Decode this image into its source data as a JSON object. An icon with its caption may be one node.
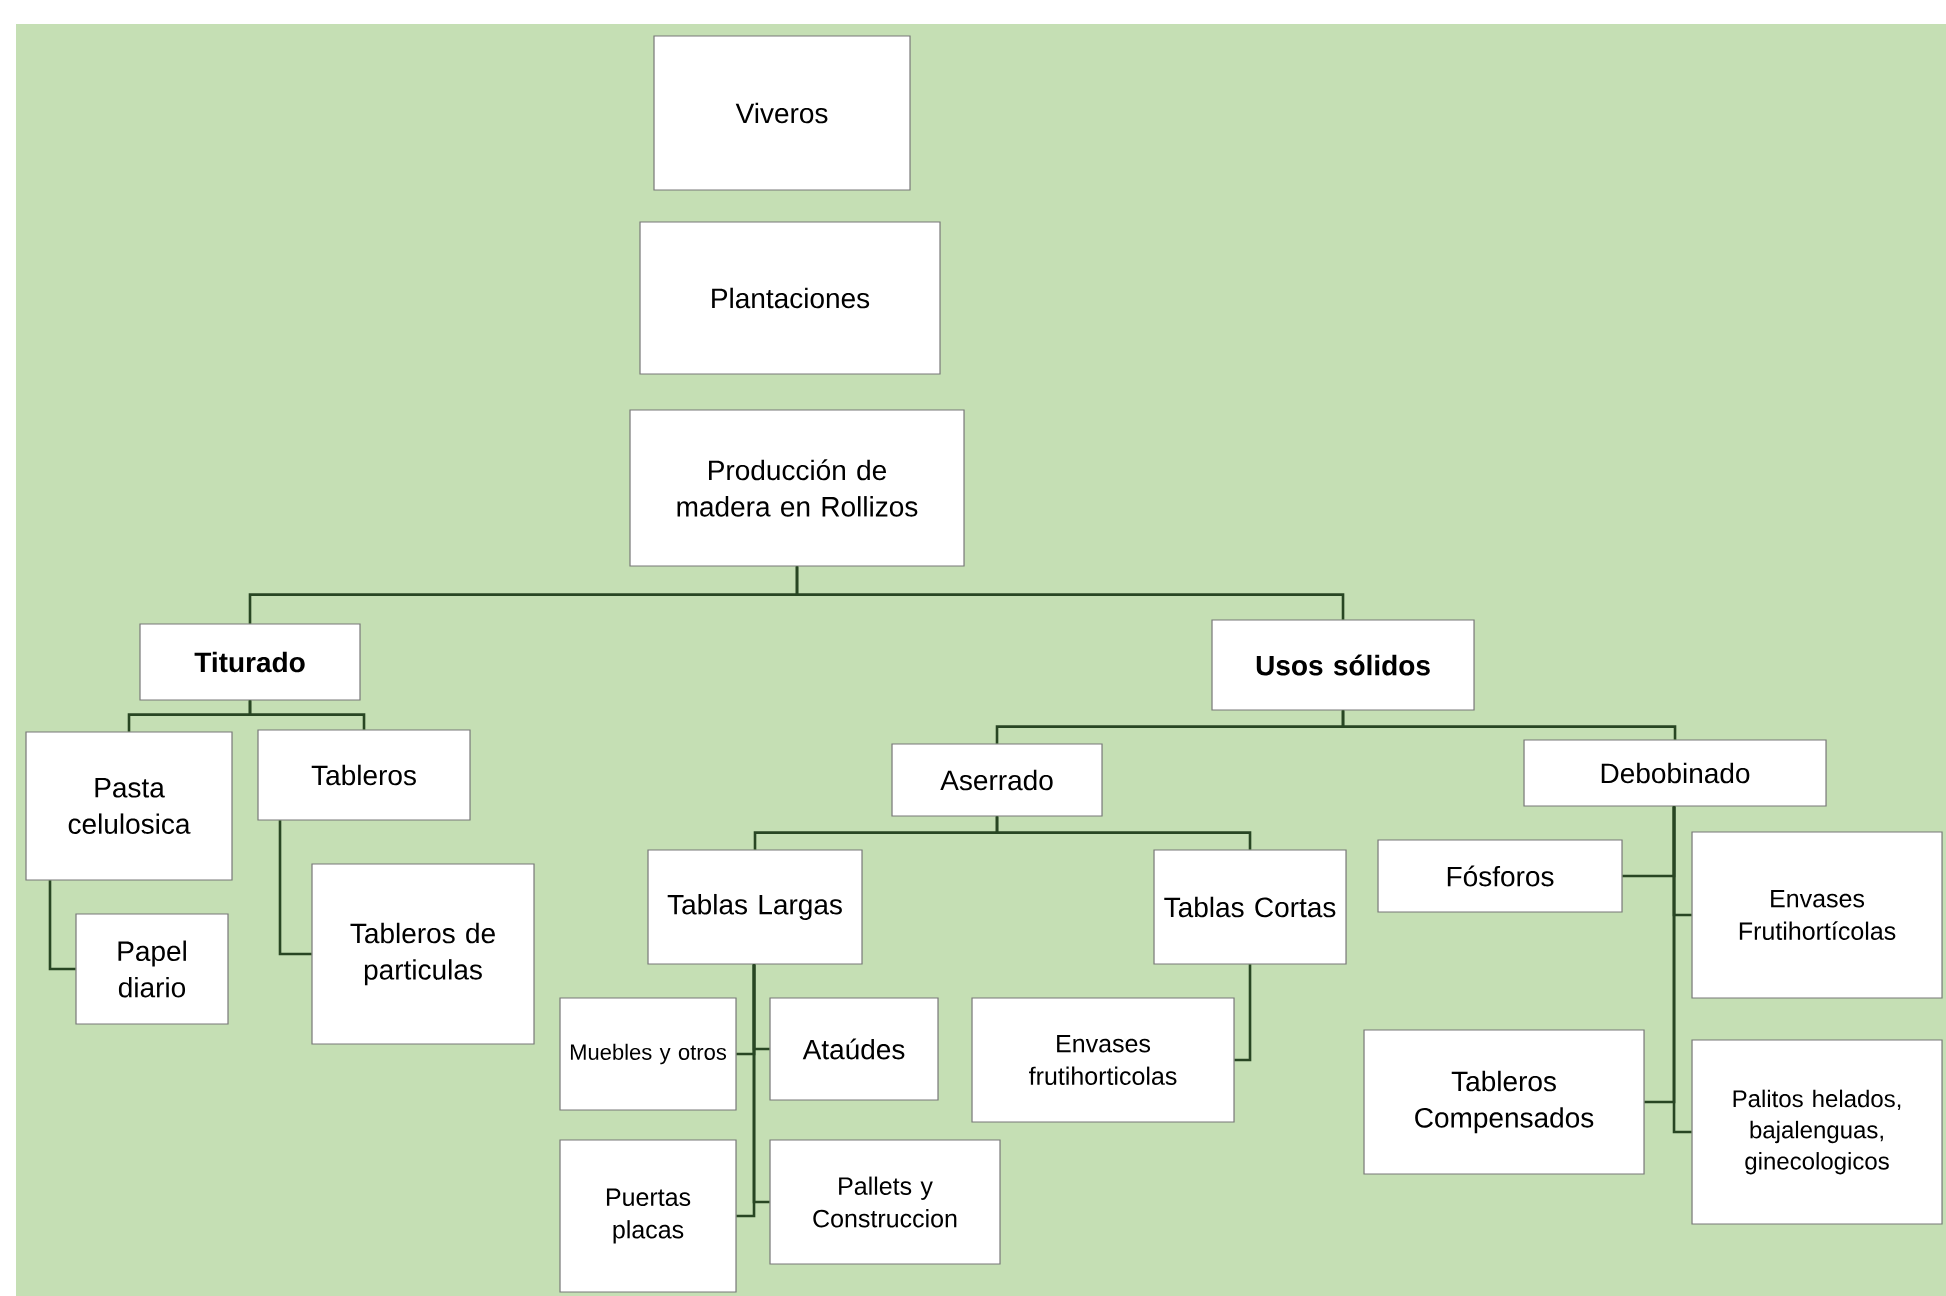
{
  "diagram": {
    "nodes": [
      {
        "text": [
          "Viveros"
        ]
      },
      {
        "text": [
          "Plantaciones"
        ]
      },
      {
        "text": [
          "Producción de madera en Rollizos"
        ]
      },
      {
        "text": [
          "Titurado"
        ]
      },
      {
        "text": [
          "Usos sólidos"
        ]
      },
      {
        "text": [
          "Pasta celulosica"
        ]
      },
      {
        "text": [
          "Tableros"
        ]
      },
      {
        "text": [
          "Papel diario"
        ]
      },
      {
        "text": [
          "Tableros de particulas"
        ]
      },
      {
        "text": [
          "Aserrado"
        ]
      },
      {
        "text": [
          "Tablas Largas"
        ]
      },
      {
        "text": [
          "Tablas Cortas"
        ]
      },
      {
        "text": [
          "Muebles y otros"
        ]
      },
      {
        "text": [
          "Ataúdes"
        ]
      },
      {
        "text": [
          "Puertas placas"
        ]
      },
      {
        "text": [
          "Pallets y Construccion"
        ]
      },
      {
        "text": [
          "Envases frutihorticolas"
        ]
      },
      {
        "text": [
          "Debobinado"
        ]
      },
      {
        "text": [
          "Fósforos"
        ]
      },
      {
        "text": [
          "Envases Frutihortícolas"
        ]
      },
      {
        "text": [
          "Tableros Compensados"
        ]
      },
      {
        "text": [
          "Palitos helados, bajalenguas, ginecologicos"
        ]
      }
    ],
    "edges": [
      {
        "from": 2,
        "to": 3,
        "arrow": "none"
      },
      {
        "from": 2,
        "to": 4,
        "arrow": "none"
      },
      {
        "from": 3,
        "to": 5,
        "arrow": "none"
      },
      {
        "from": 3,
        "to": 6,
        "arrow": "none"
      },
      {
        "from": 5,
        "to": 7,
        "arrow": "none"
      },
      {
        "from": 6,
        "to": 8,
        "arrow": "none"
      },
      {
        "from": 4,
        "to": 9,
        "arrow": "none"
      },
      {
        "from": 4,
        "to": 17,
        "arrow": "none"
      },
      {
        "from": 9,
        "to": 10,
        "arrow": "none"
      },
      {
        "from": 9,
        "to": 11,
        "arrow": "none"
      },
      {
        "from": 10,
        "to": 12,
        "arrow": "none"
      },
      {
        "from": 10,
        "to": 13,
        "arrow": "none"
      },
      {
        "from": 10,
        "to": 14,
        "arrow": "none"
      },
      {
        "from": 10,
        "to": 15,
        "arrow": "none"
      },
      {
        "from": 11,
        "to": 16,
        "arrow": "none"
      },
      {
        "from": 17,
        "to": 18,
        "arrow": "none"
      },
      {
        "from": 17,
        "to": 19,
        "arrow": "none"
      },
      {
        "from": 17,
        "to": 20,
        "arrow": "none"
      },
      {
        "from": 17,
        "to": 21,
        "arrow": "none"
      }
    ]
  }
}
